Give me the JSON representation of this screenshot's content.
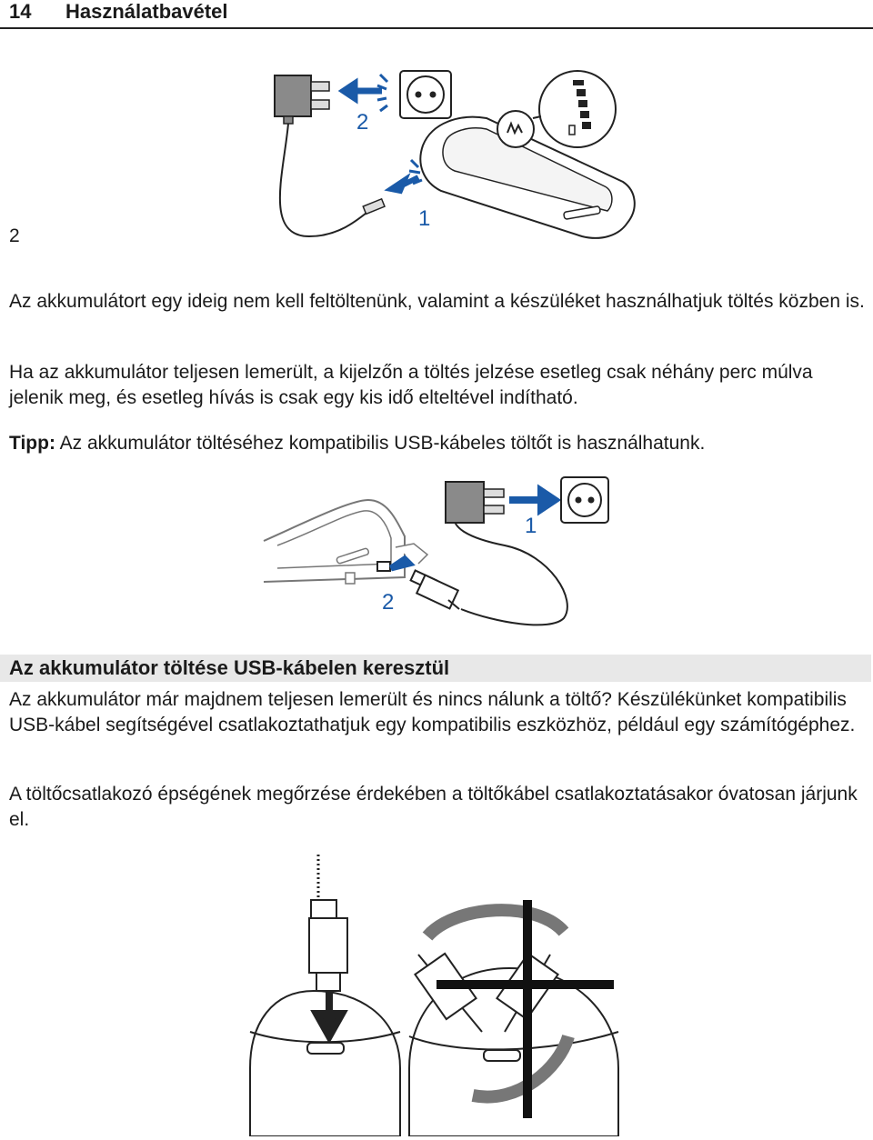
{
  "header": {
    "page_number": "14",
    "title": "Használatbavétel"
  },
  "step_number": "2",
  "illustration1": {
    "label_1": "1",
    "label_2": "2"
  },
  "paragraphs": {
    "p1": "Az akkumulátort egy ideig nem kell feltöltenünk, valamint a készüléket használhatjuk töltés közben is.",
    "p2": "Ha az akkumulátor teljesen lemerült, a kijelzőn a töltés jelzése esetleg csak néhány perc múlva jelenik meg, és esetleg hívás is csak egy kis idő elteltével indítható.",
    "tip_label": "Tipp:",
    "tip_text": " Az akkumulátor töltéséhez kompatibilis USB-kábeles töltőt is használhatunk."
  },
  "illustration2": {
    "label_1": "1",
    "label_2": "2"
  },
  "section": {
    "title": "Az akkumulátor töltése USB-kábelen keresztül",
    "p1": "Az akkumulátor már majdnem teljesen lemerült és nincs nálunk a töltő? Készülékünket kompatibilis USB-kábel segítségével csatlakoztathatjuk egy kompatibilis eszközhöz, például egy számítógéphez.",
    "p2": "A töltőcsatlakozó épségének megőrzése érdekében a töltőkábel csatlakoztatásakor óvatosan járjunk el."
  },
  "colors": {
    "accent_blue": "#1a5aa8",
    "text": "#1a1a1a",
    "section_bg": "#e8e8e8"
  }
}
